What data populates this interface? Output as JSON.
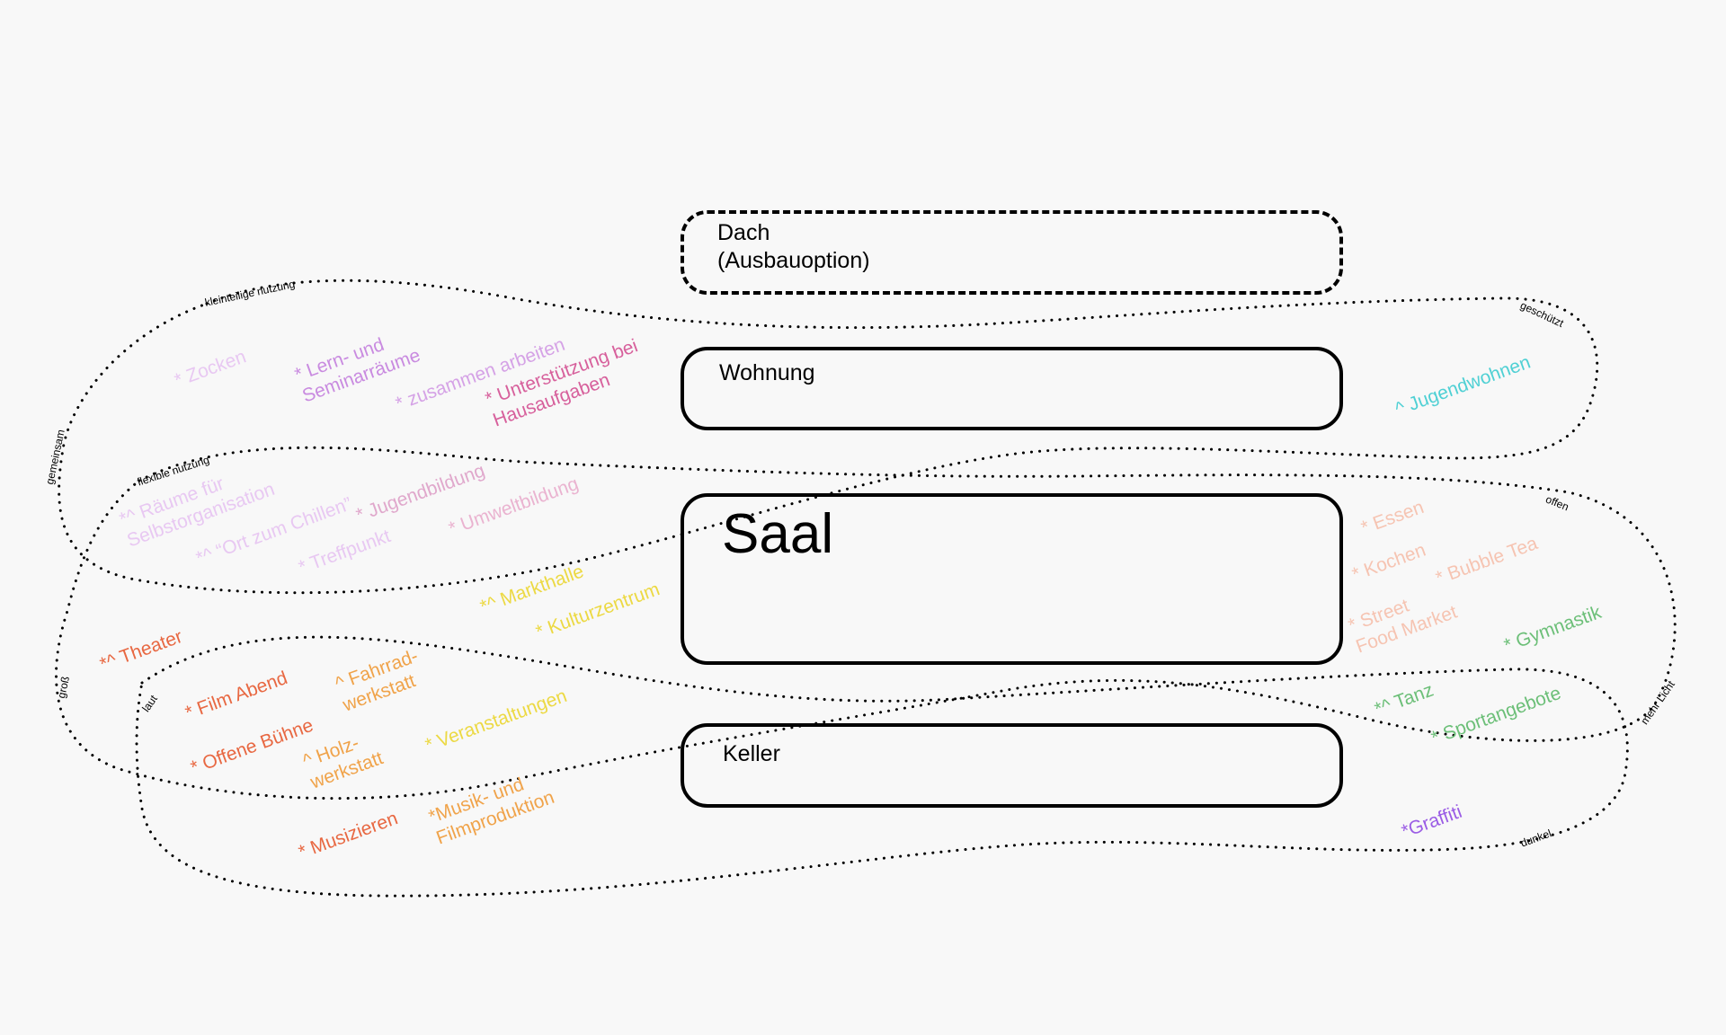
{
  "rooms": {
    "dach": "Dach\n(Ausbauoption)",
    "wohnung": "Wohnung",
    "saal": "Saal",
    "keller": "Keller"
  },
  "edges": {
    "kleinteilig": "kleinteilige nutzung",
    "gemeinsam": "gemeinsam",
    "flexibel": "flexible nutzung",
    "gross": "groß",
    "laut": "laut",
    "geschuetzt": "geschützt",
    "offen": "offen",
    "mehrlicht": "mehr Licht",
    "dunkel": "dunkel"
  },
  "tags": [
    {
      "id": "zocken",
      "text": "* Zocken",
      "color": "#e8c8f2"
    },
    {
      "id": "lernraeume",
      "text": "* Lern- und\nSeminarräume",
      "color": "#c98be0"
    },
    {
      "id": "zusammen",
      "text": "* zusammen arbeiten",
      "color": "#d5a2e6"
    },
    {
      "id": "unterstuetzung",
      "text": "* Unterstützung bei\nHausaufgaben",
      "color": "#d7609c"
    },
    {
      "id": "jugendwohnen",
      "text": "^ Jugendwohnen",
      "color": "#4fd0d4"
    },
    {
      "id": "selbstorg",
      "text": "*^ Räume für\nSelbstorganisation",
      "color": "#e8c8f2"
    },
    {
      "id": "chillen",
      "text": "*^ “Ort zum Chillen”",
      "color": "#e8c8f2"
    },
    {
      "id": "jugendbildung",
      "text": "* Jugendbildung",
      "color": "#e0a8cc"
    },
    {
      "id": "umweltbildung",
      "text": "* Umweltbildung",
      "color": "#eab3d0"
    },
    {
      "id": "treffpunkt",
      "text": "* Treffpunkt",
      "color": "#e8c8f2"
    },
    {
      "id": "essen",
      "text": "* Essen",
      "color": "#f6c4b2"
    },
    {
      "id": "kochen",
      "text": "* Kochen",
      "color": "#f6c4b2"
    },
    {
      "id": "bubbletea",
      "text": "* Bubble Tea",
      "color": "#f6c4b2"
    },
    {
      "id": "streetfood",
      "text": "* Street\nFood Market",
      "color": "#f6c4b2"
    },
    {
      "id": "markthalle",
      "text": "*^ Markthalle",
      "color": "#ecd943"
    },
    {
      "id": "kulturzentrum",
      "text": "* Kulturzentrum",
      "color": "#ecd943"
    },
    {
      "id": "theater",
      "text": "*^ Theater",
      "color": "#e86842"
    },
    {
      "id": "gymnastik",
      "text": "* Gymnastik",
      "color": "#6cbf78"
    },
    {
      "id": "filmabend",
      "text": "* Film Abend",
      "color": "#e86842"
    },
    {
      "id": "fahrrad",
      "text": "^ Fahrrad-\nwerkstatt",
      "color": "#f0a34a"
    },
    {
      "id": "veranstaltungen",
      "text": "* Veranstaltungen",
      "color": "#ecd943"
    },
    {
      "id": "tanz",
      "text": "*^ Tanz",
      "color": "#6cbf78"
    },
    {
      "id": "sportangebote",
      "text": "* Sportangebote",
      "color": "#6cbf78"
    },
    {
      "id": "offenebuehne",
      "text": "* Offene Bühne",
      "color": "#e86842"
    },
    {
      "id": "holz",
      "text": "^ Holz-\nwerkstatt",
      "color": "#f0a34a"
    },
    {
      "id": "musikproduktion",
      "text": "*Musik- und\nFilmproduktion",
      "color": "#f0a34a"
    },
    {
      "id": "musizieren",
      "text": "* Musizieren",
      "color": "#e86842"
    },
    {
      "id": "graffiti",
      "text": "*Graffiti",
      "color": "#9b5de5"
    }
  ]
}
